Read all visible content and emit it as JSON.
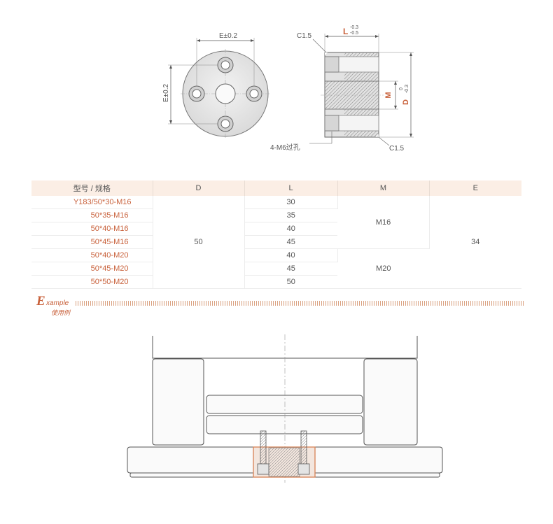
{
  "drawing_labels": {
    "front_e_top": "E±0.2",
    "front_e_side": "E±0.2",
    "chamfer_top": "C1.5",
    "chamfer_bottom": "C1.5",
    "l_label": "L",
    "l_tol_upper": "-0.3",
    "l_tol_lower": "-0.5",
    "m_label": "M",
    "d_label": "D",
    "d_tol_upper": "0",
    "d_tol_lower": "-0.3",
    "hole_note": "4-M6过孔"
  },
  "table": {
    "headers": [
      "型号 / 规格",
      "D",
      "L",
      "M",
      "E"
    ],
    "rows": [
      {
        "model": "Y183/50*30-M16",
        "l": "30"
      },
      {
        "model": "50*35-M16",
        "l": "35"
      },
      {
        "model": "50*40-M16",
        "l": "40"
      },
      {
        "model": "50*45-M16",
        "l": "45"
      },
      {
        "model": "50*40-M20",
        "l": "40"
      },
      {
        "model": "50*45-M20",
        "l": "45"
      },
      {
        "model": "50*50-M20",
        "l": "50"
      }
    ],
    "d_value": "50",
    "m_group_1": "M16",
    "m_group_2": "M20",
    "e_value": "34"
  },
  "example": {
    "big_letter": "E",
    "word": "xample",
    "cn": "使用例"
  },
  "colors": {
    "accent": "#c8603a",
    "header_bg": "#fbeee5",
    "metal": "#e6e6e6",
    "outline": "#555555"
  }
}
